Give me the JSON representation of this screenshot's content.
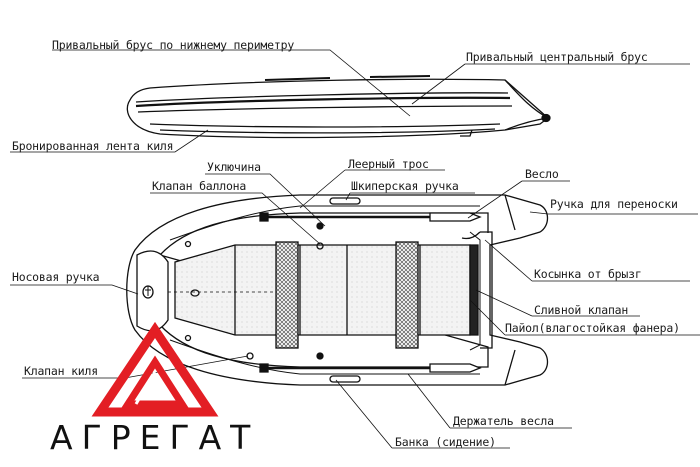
{
  "labels": {
    "rub_bottom": "Привальный брус по нижнему периметру",
    "rub_center": "Привальный центральный брус",
    "keel_tape": "Бронированная лента киля",
    "oarlock": "Уключина",
    "lifeline": "Леерный трос",
    "oar": "Весло",
    "tube_valve": "Клапан баллона",
    "skipper_handle": "Шкиперская ручка",
    "carry_handle": "Ручка для переноски",
    "bow_handle": "Носовая ручка",
    "splash_guard": "Косынка от брызг",
    "drain_valve": "Сливной клапан",
    "floor": "Пайол(влагостойкая фанера)",
    "keel_valve": "Клапан киля",
    "oar_holder": "Держатель весла",
    "seat": "Банка (сидение)"
  },
  "brand": {
    "name": "АГРЕГАТ",
    "logo_color": "#e31e24"
  }
}
